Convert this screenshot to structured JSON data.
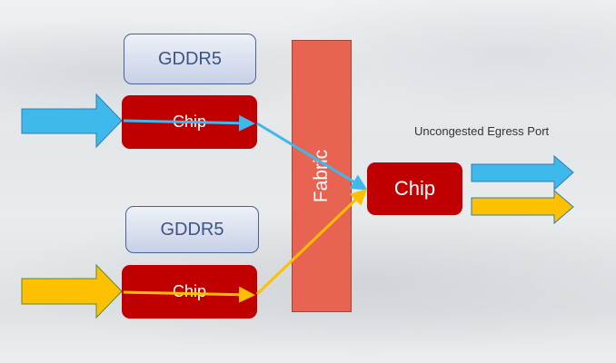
{
  "diagram": {
    "top_memory": {
      "label": "GDDR5"
    },
    "top_chip": {
      "label": "Chip"
    },
    "bottom_memory": {
      "label": "GDDR5"
    },
    "bottom_chip": {
      "label": "Chip"
    },
    "fabric": {
      "label": "Fabric"
    },
    "egress_chip": {
      "label": "Chip"
    },
    "egress_note": "Uncongested Egress Port",
    "colors": {
      "blue_flow": "#3fb8eb",
      "yellow_flow": "#ffc000",
      "chip": "#c00000",
      "fabric": "#e96352",
      "memory_text": "#3d5584"
    }
  }
}
